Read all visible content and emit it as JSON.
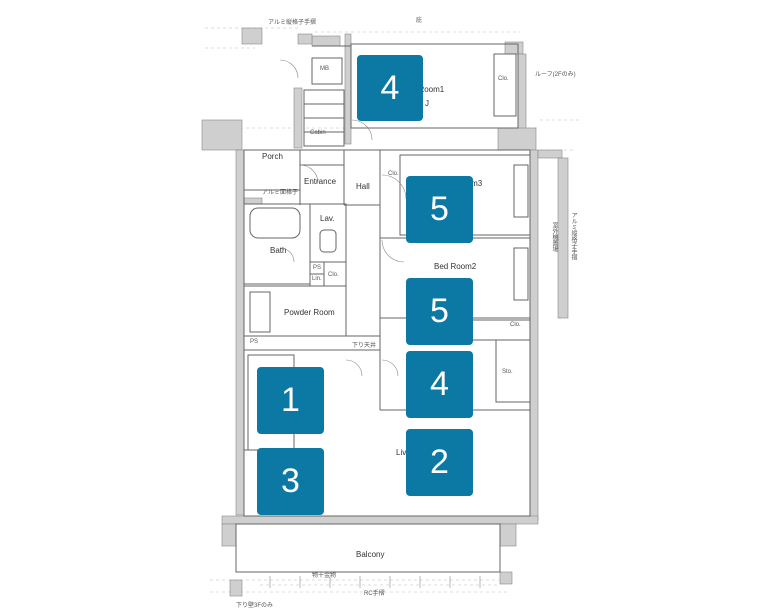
{
  "rooms": {
    "room1": "Bed Room1",
    "room1_suffix": "J",
    "room3": "Bed Room3",
    "room2": "Bed Room2",
    "hall": "Hall",
    "porch": "Porch",
    "entrance": "Entrance",
    "cabin": "Cabin",
    "mb": "MB",
    "bath": "Bath",
    "lav": "Lav.",
    "powder": "Powder Room",
    "ps_top": "PS",
    "lin": "Lin.",
    "clo_small": "Clo.",
    "ps_left": "PS",
    "living": "Living",
    "balcony": "Balcony",
    "clo_top_right": "Clo.",
    "clo_hall": "Clo.",
    "clo_right": "Clo.",
    "sto": "Sto.",
    "shitaten": "下り天井"
  },
  "notes": {
    "aluminum_top": "アルミ縦格子手摺",
    "aluminum_porch": "アルミ面格子",
    "roof": "ルーフ(2Fのみ)",
    "top_edge": "庇",
    "right_vertical": "アルミ縦格子手摺",
    "right_vertical2": "室外機置場",
    "balcony_rail": "物干金物",
    "rc_rail": "RC手摺",
    "bottom_left": "下り壁3Fのみ"
  },
  "badges": [
    {
      "id": "badge-bedroom1",
      "value": "4"
    },
    {
      "id": "badge-bedroom3",
      "value": "5"
    },
    {
      "id": "badge-bedroom2",
      "value": "5"
    },
    {
      "id": "badge-kitchen",
      "value": "1"
    },
    {
      "id": "badge-storage",
      "value": "4"
    },
    {
      "id": "badge-dining",
      "value": "3"
    },
    {
      "id": "badge-living",
      "value": "2"
    }
  ],
  "colors": {
    "badge": "#0b79a3",
    "wall": "#cfcfcf",
    "line": "#555555"
  }
}
